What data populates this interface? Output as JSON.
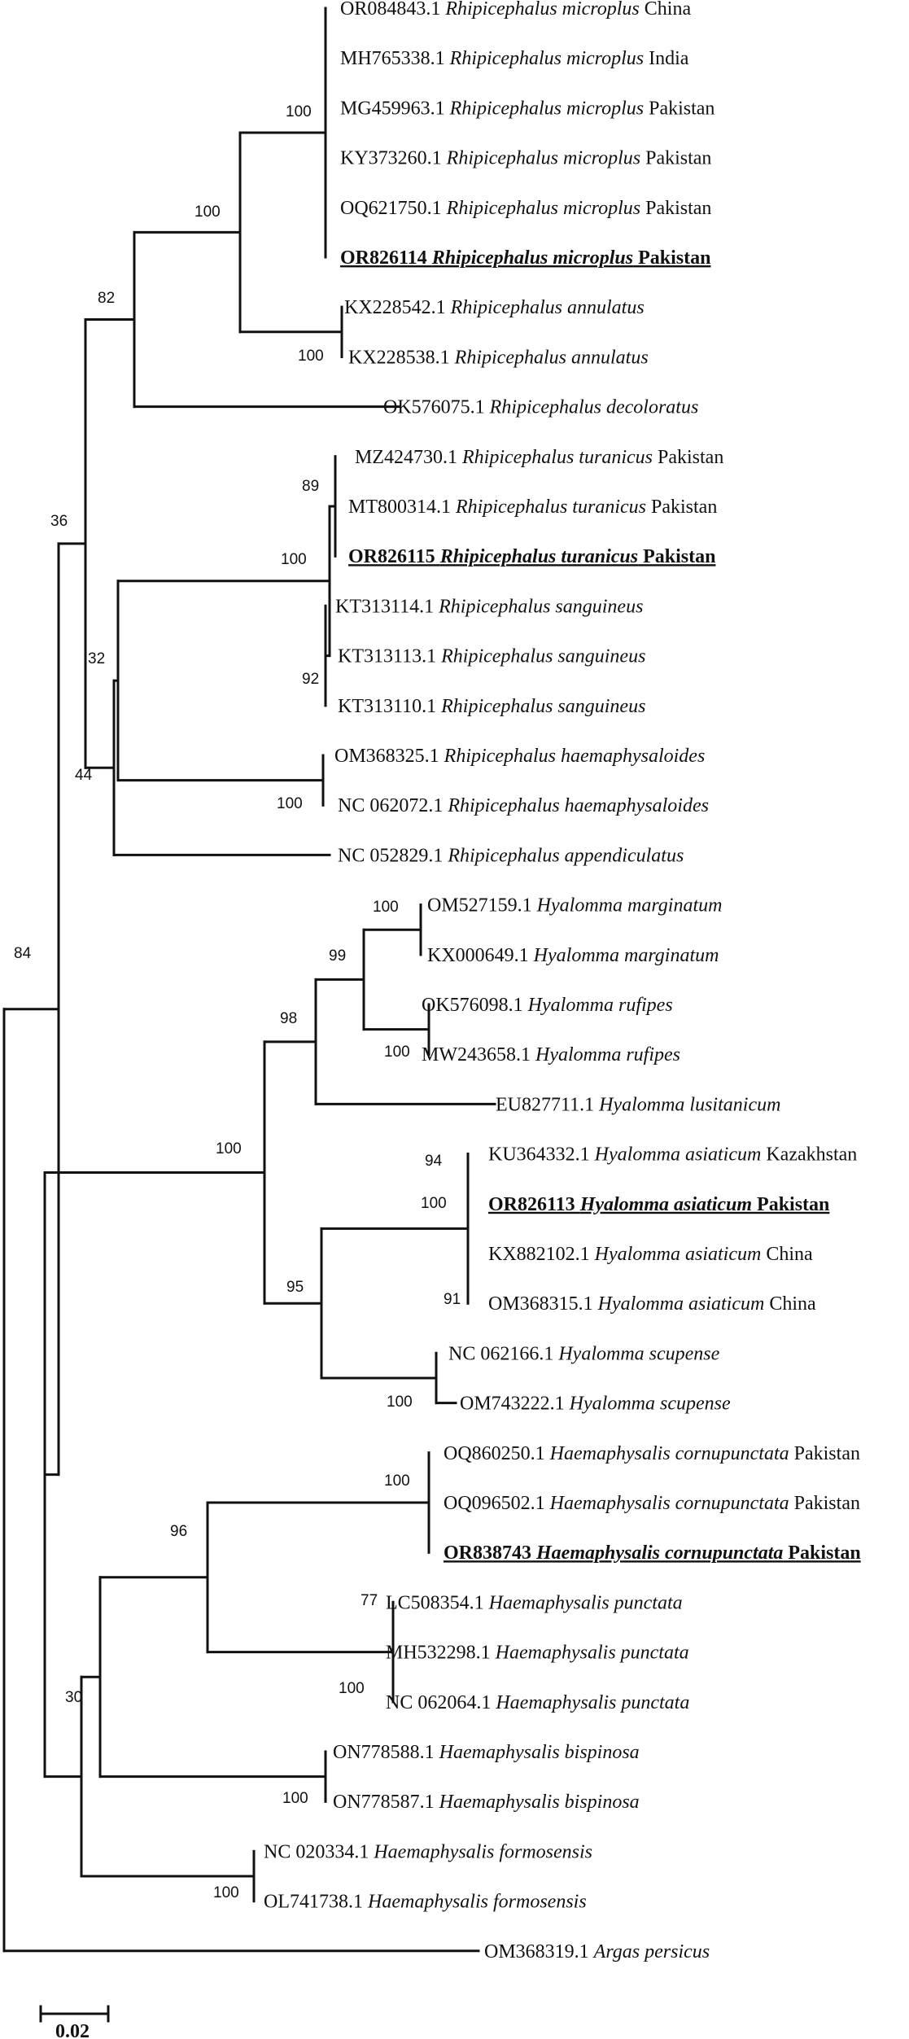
{
  "taxa": [
    {
      "acc": "OR084843.1",
      "sp": "Rhipicephalus microplus",
      "loc": "China",
      "hl": false
    },
    {
      "acc": "MH765338.1",
      "sp": "Rhipicephalus microplus",
      "loc": "India",
      "hl": false
    },
    {
      "acc": "MG459963.1",
      "sp": "Rhipicephalus microplus",
      "loc": "Pakistan",
      "hl": false
    },
    {
      "acc": "KY373260.1",
      "sp": "Rhipicephalus microplus",
      "loc": "Pakistan",
      "hl": false
    },
    {
      "acc": "OQ621750.1",
      "sp": "Rhipicephalus microplus",
      "loc": "Pakistan",
      "hl": false
    },
    {
      "acc": "OR826114",
      "sp": "Rhipicephalus microplus",
      "loc": "Pakistan",
      "hl": true
    },
    {
      "acc": "KX228542.1",
      "sp": "Rhipicephalus annulatus",
      "loc": "",
      "hl": false
    },
    {
      "acc": "KX228538.1",
      "sp": "Rhipicephalus annulatus",
      "loc": "",
      "hl": false
    },
    {
      "acc": "OK576075.1",
      "sp": "Rhipicephalus decoloratus",
      "loc": "",
      "hl": false
    },
    {
      "acc": "MZ424730.1",
      "sp": "Rhipicephalus turanicus",
      "loc": "Pakistan",
      "hl": false
    },
    {
      "acc": "MT800314.1",
      "sp": "Rhipicephalus turanicus",
      "loc": "Pakistan",
      "hl": false
    },
    {
      "acc": "OR826115",
      "sp": "Rhipicephalus turanicus",
      "loc": "Pakistan",
      "hl": true
    },
    {
      "acc": "KT313114.1",
      "sp": "Rhipicephalus sanguineus",
      "loc": "",
      "hl": false
    },
    {
      "acc": "KT313113.1",
      "sp": "Rhipicephalus sanguineus",
      "loc": "",
      "hl": false
    },
    {
      "acc": "KT313110.1",
      "sp": "Rhipicephalus sanguineus",
      "loc": "",
      "hl": false
    },
    {
      "acc": "OM368325.1",
      "sp": "Rhipicephalus haemaphysaloides",
      "loc": "",
      "hl": false
    },
    {
      "acc": "NC 062072.1",
      "sp": "Rhipicephalus haemaphysaloides",
      "loc": "",
      "hl": false
    },
    {
      "acc": "NC 052829.1",
      "sp": "Rhipicephalus appendiculatus",
      "loc": "",
      "hl": false
    },
    {
      "acc": "OM527159.1",
      "sp": "Hyalomma marginatum",
      "loc": "",
      "hl": false
    },
    {
      "acc": "KX000649.1",
      "sp": "Hyalomma marginatum",
      "loc": "",
      "hl": false
    },
    {
      "acc": "OK576098.1",
      "sp": "Hyalomma rufipes",
      "loc": "",
      "hl": false
    },
    {
      "acc": "MW243658.1",
      "sp": "Hyalomma rufipes",
      "loc": "",
      "hl": false
    },
    {
      "acc": "EU827711.1",
      "sp": "Hyalomma lusitanicum",
      "loc": "",
      "hl": false
    },
    {
      "acc": "KU364332.1",
      "sp": "Hyalomma asiaticum",
      "loc": "Kazakhstan",
      "hl": false
    },
    {
      "acc": "OR826113",
      "sp": "Hyalomma asiaticum",
      "loc": "Pakistan",
      "hl": true
    },
    {
      "acc": "KX882102.1",
      "sp": "Hyalomma asiaticum",
      "loc": "China",
      "hl": false
    },
    {
      "acc": "OM368315.1",
      "sp": "Hyalomma asiaticum",
      "loc": "China",
      "hl": false
    },
    {
      "acc": "NC 062166.1",
      "sp": "Hyalomma scupense",
      "loc": "",
      "hl": false
    },
    {
      "acc": "OM743222.1",
      "sp": "Hyalomma scupense",
      "loc": "",
      "hl": false
    },
    {
      "acc": "OQ860250.1",
      "sp": "Haemaphysalis cornupunctata",
      "loc": "Pakistan",
      "hl": false
    },
    {
      "acc": "OQ096502.1",
      "sp": "Haemaphysalis cornupunctata",
      "loc": "Pakistan",
      "hl": false
    },
    {
      "acc": "OR838743",
      "sp": "Haemaphysalis cornupunctata",
      "loc": "Pakistan",
      "hl": true
    },
    {
      "acc": "LC508354.1",
      "sp": "Haemaphysalis punctata",
      "loc": "",
      "hl": false
    },
    {
      "acc": "MH532298.1",
      "sp": "Haemaphysalis punctata",
      "loc": "",
      "hl": false
    },
    {
      "acc": "NC 062064.1",
      "sp": "Haemaphysalis punctata",
      "loc": "",
      "hl": false
    },
    {
      "acc": "ON778588.1",
      "sp": "Haemaphysalis bispinosa",
      "loc": "",
      "hl": false
    },
    {
      "acc": "ON778587.1",
      "sp": "Haemaphysalis bispinosa",
      "loc": "",
      "hl": false
    },
    {
      "acc": "NC 020334.1",
      "sp": "Haemaphysalis formosensis",
      "loc": "",
      "hl": false
    },
    {
      "acc": "OL741738.1",
      "sp": "Haemaphysalis formosensis",
      "loc": "",
      "hl": false
    },
    {
      "acc": "OM368319.1",
      "sp": "Argas persicus",
      "loc": "",
      "hl": false
    }
  ],
  "support_values": {
    "rmicro": "100",
    "rmicro_annul": "100",
    "rannul": "100",
    "rmicro_decol": "82",
    "rboophilus_rest": "36",
    "rturan_mz_mt": "89",
    "rturan_sang": "100",
    "rsang": "92",
    "rturan_haema": "32",
    "rhaema": "100",
    "rappend": "44",
    "hmarg": "100",
    "hmarg_ruf": "99",
    "hruf": "100",
    "hmarg_lusit": "98",
    "hasia_ku_or": "94",
    "hasia": "100",
    "hasia_om": "91",
    "hasia_scup": "95",
    "hscup": "100",
    "hyalomma": "100",
    "rhipi_rest": "84",
    "hcorn": "100",
    "hcorn_punct": "96",
    "hpunct_lc_mh": "77",
    "hpunct": "100",
    "hbisp": "100",
    "haemaphysalis": "30",
    "hform": "100"
  },
  "scale_bar": {
    "label": "0.02"
  }
}
